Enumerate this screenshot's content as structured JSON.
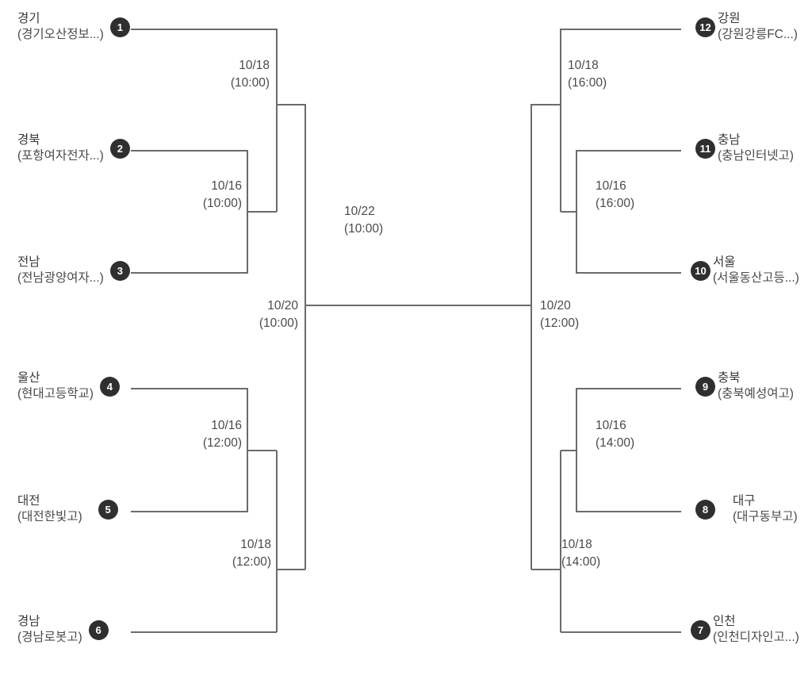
{
  "diagram": {
    "type": "single-elimination-bracket",
    "title": "",
    "colors": {
      "line": "#6b6b6b",
      "seed_badge": "#2f2f2f",
      "seed_text": "#ffffff",
      "text": "#3a3a3a",
      "background": "#ffffff"
    }
  },
  "teams": {
    "left": [
      {
        "seed": "1",
        "region": "경기",
        "school": "(경기오산정보...)"
      },
      {
        "seed": "2",
        "region": "경북",
        "school": "(포항여자전자...)"
      },
      {
        "seed": "3",
        "region": "전남",
        "school": "(전남광양여자...)"
      },
      {
        "seed": "4",
        "region": "울산",
        "school": "(현대고등학교)"
      },
      {
        "seed": "5",
        "region": "대전",
        "school": "(대전한빛고)"
      },
      {
        "seed": "6",
        "region": "경남",
        "school": "(경남로봇고)"
      }
    ],
    "right": [
      {
        "seed": "12",
        "region": "강원",
        "school": "(강원강릉FC...)"
      },
      {
        "seed": "11",
        "region": "충남",
        "school": "(충남인터넷고)"
      },
      {
        "seed": "10",
        "region": "서울",
        "school": "(서울동산고등...)"
      },
      {
        "seed": "9",
        "region": "충북",
        "school": "(충북예성여고)"
      },
      {
        "seed": "8",
        "region": "대구",
        "school": "(대구동부고)"
      },
      {
        "seed": "7",
        "region": "인천",
        "school": "(인천디자인고...)"
      }
    ]
  },
  "matches": {
    "left_r1_top": {
      "date": "10/16",
      "time": "(10:00)"
    },
    "left_r1_bottom": {
      "date": "10/16",
      "time": "(12:00)"
    },
    "left_r2_top": {
      "date": "10/18",
      "time": "(10:00)"
    },
    "left_r2_bottom": {
      "date": "10/18",
      "time": "(12:00)"
    },
    "left_semifinal": {
      "date": "10/20",
      "time": "(10:00)"
    },
    "right_r1_top": {
      "date": "10/16",
      "time": "(16:00)"
    },
    "right_r1_bottom": {
      "date": "10/16",
      "time": "(14:00)"
    },
    "right_r2_top": {
      "date": "10/18",
      "time": "(16:00)"
    },
    "right_r2_bottom": {
      "date": "10/18",
      "time": "(14:00)"
    },
    "right_semifinal": {
      "date": "10/20",
      "time": "(12:00)"
    },
    "final": {
      "date": "10/22",
      "time": "(10:00)"
    }
  }
}
